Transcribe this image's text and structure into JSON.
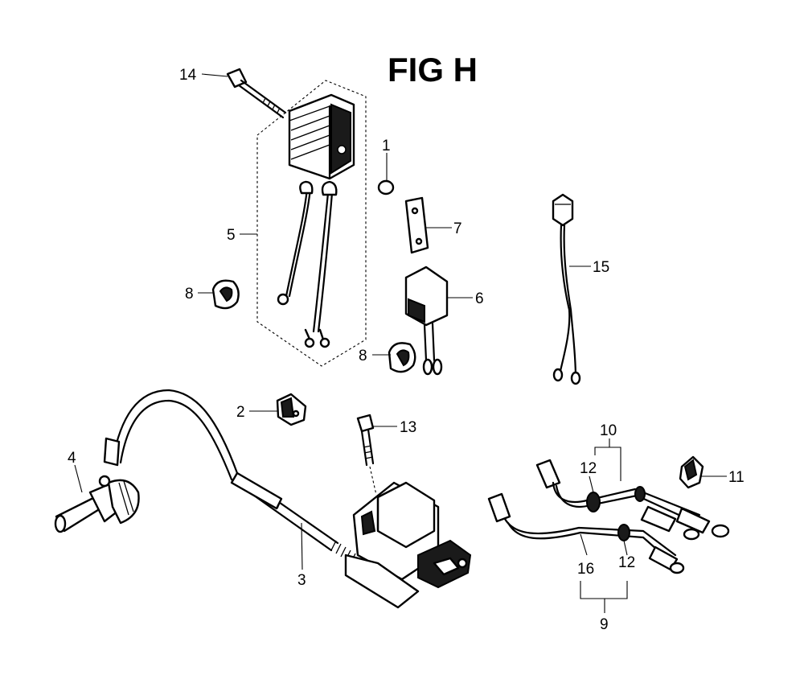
{
  "figure": {
    "title": "FIG H"
  },
  "callouts": [
    {
      "id": "c14",
      "text": "14"
    },
    {
      "id": "c1",
      "text": "1"
    },
    {
      "id": "c5",
      "text": "5"
    },
    {
      "id": "c7",
      "text": "7"
    },
    {
      "id": "c8a",
      "text": "8"
    },
    {
      "id": "c6",
      "text": "6"
    },
    {
      "id": "c8b",
      "text": "8"
    },
    {
      "id": "c15",
      "text": "15"
    },
    {
      "id": "c2",
      "text": "2"
    },
    {
      "id": "c13",
      "text": "13"
    },
    {
      "id": "c4",
      "text": "4"
    },
    {
      "id": "c3",
      "text": "3"
    },
    {
      "id": "c10",
      "text": "10"
    },
    {
      "id": "c12a",
      "text": "12"
    },
    {
      "id": "c11",
      "text": "11"
    },
    {
      "id": "c16",
      "text": "16"
    },
    {
      "id": "c12b",
      "text": "12"
    },
    {
      "id": "c9",
      "text": "9"
    }
  ]
}
